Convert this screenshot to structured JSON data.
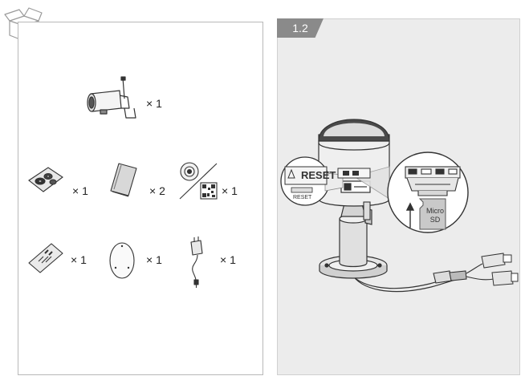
{
  "step": {
    "number": "1.2"
  },
  "package_contents": [
    {
      "item": "wifi-bullet-camera",
      "quantity": "× 1"
    },
    {
      "item": "wall-plugs-and-screws",
      "quantity": "× 1"
    },
    {
      "item": "quick-start-guide",
      "quantity": "× 2"
    },
    {
      "item": "cd-and-qr-card",
      "quantity": "× 1"
    },
    {
      "item": "waterproof-connector-kit",
      "quantity": "× 1"
    },
    {
      "item": "drill-template",
      "quantity": "× 1"
    },
    {
      "item": "power-adapter",
      "quantity": "× 1"
    }
  ],
  "illustration": {
    "reset_label_large": "RESET",
    "reset_label_small": "RESET",
    "sd_card_label": "Micro SD"
  },
  "colors": {
    "tab_background": "#8a8a8a",
    "right_panel_background": "#ececec",
    "border": "#b8b8b8",
    "line_art": "#333333"
  }
}
